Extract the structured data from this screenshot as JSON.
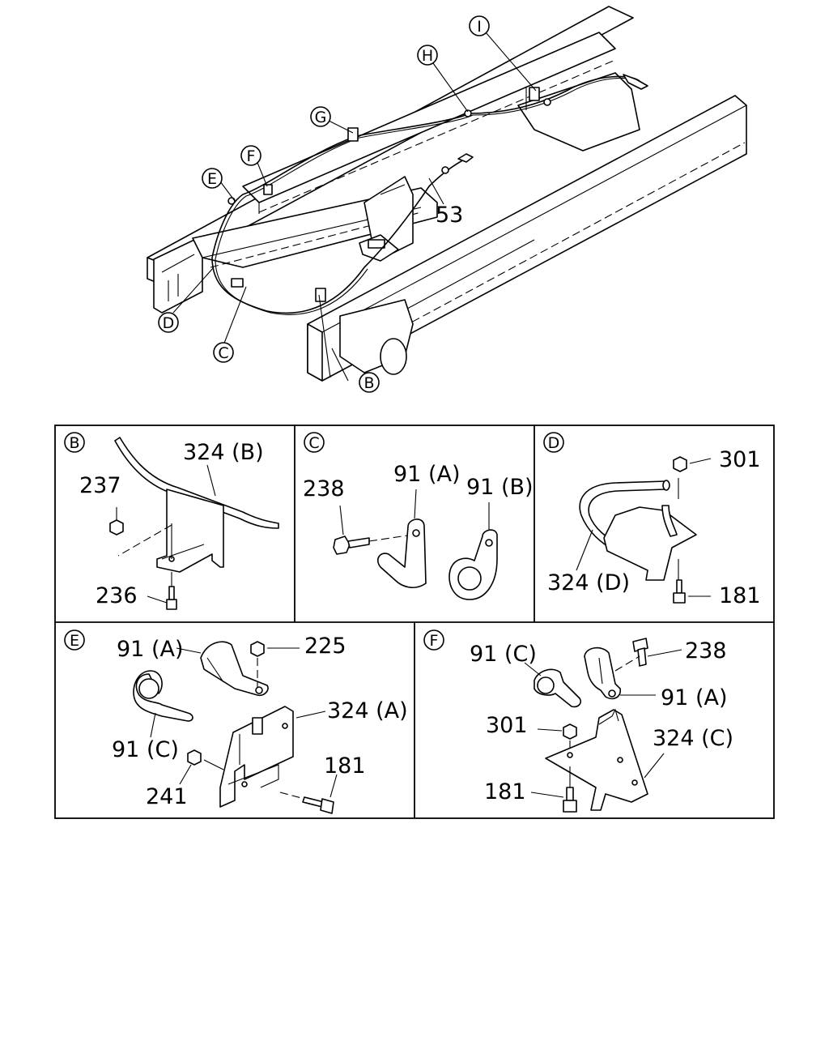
{
  "overview": {
    "callouts": [
      "B",
      "C",
      "D",
      "E",
      "F",
      "G",
      "H",
      "I"
    ],
    "part_label": "53"
  },
  "panel_b": {
    "letter": "B",
    "labels": {
      "p324": "324 (B)",
      "p237": "237",
      "p236": "236"
    }
  },
  "panel_c": {
    "letter": "C",
    "labels": {
      "p238": "238",
      "p91a": "91 (A)",
      "p91b": "91 (B)"
    }
  },
  "panel_d": {
    "letter": "D",
    "labels": {
      "p301": "301",
      "p324": "324 (D)",
      "p181": "181"
    }
  },
  "panel_e": {
    "letter": "E",
    "labels": {
      "p91a": "91 (A)",
      "p225": "225",
      "p324": "324 (A)",
      "p91c": "91 (C)",
      "p241": "241",
      "p181": "181"
    }
  },
  "panel_f": {
    "letter": "F",
    "labels": {
      "p91c": "91 (C)",
      "p238": "238",
      "p91a": "91 (A)",
      "p301": "301",
      "p324": "324 (C)",
      "p181": "181"
    }
  }
}
